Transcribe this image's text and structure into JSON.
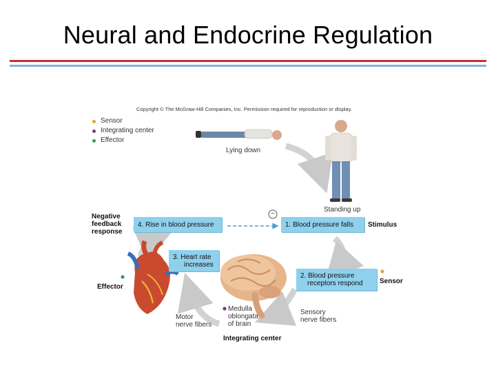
{
  "slide": {
    "title": "Neural and Endocrine Regulation"
  },
  "figure": {
    "copyright": "Copyright © The McGraw-Hill Companies, Inc. Permission required for reproduction or display.",
    "legend": [
      {
        "label": "Sensor",
        "color": "#e0a43a"
      },
      {
        "label": "Integrating center",
        "color": "#7a3a8c"
      },
      {
        "label": "Effector",
        "color": "#2e9e4f"
      }
    ],
    "labels": {
      "lying_down": "Lying down",
      "standing_up": "Standing up",
      "negative_line1": "Negative",
      "negative_line2": "feedback",
      "negative_line3": "response",
      "minus_sign": "−",
      "stimulus": "Stimulus",
      "sensor": "Sensor",
      "effector": "Effector",
      "sensory_line1": "Sensory",
      "sensory_line2": "nerve fibers",
      "motor_line1": "Motor",
      "motor_line2": "nerve fibers",
      "medulla_line1": "Medulla",
      "medulla_line2": "oblongata",
      "medulla_line3": "of brain",
      "integrating_center": "Integrating center"
    },
    "boxes": {
      "step4": "4. Rise in blood pressure",
      "step1": "1. Blood pressure falls",
      "step3_line1": "3. Heart rate",
      "step3_line2": "increases",
      "step2_line1": "2. Blood pressure",
      "step2_line2": "receptors respond"
    },
    "colors": {
      "box_fill": "#8fd0ec",
      "arrow_gray": "#c9c9c9",
      "dashed_arrow": "#4a9fd0",
      "title_rule_red": "#c9302c",
      "title_rule_blue": "#7fb3dd"
    }
  }
}
